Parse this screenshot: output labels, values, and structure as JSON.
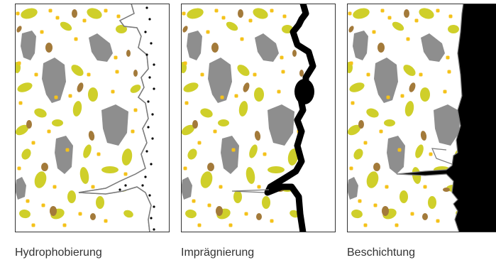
{
  "colors": {
    "gray": "#8e8e8e",
    "olive": "#cfcf2a",
    "brown": "#a37a3a",
    "yellow": "#f4c21a",
    "black": "#000000",
    "outline": "#333333",
    "crack": "#7a7a7a"
  },
  "panels": [
    {
      "label": "Hydrophobierung",
      "treatment": "dotted-boundary"
    },
    {
      "label": "Imprägnierung",
      "treatment": "thick-black-penetration"
    },
    {
      "label": "Beschichtung",
      "treatment": "solid-coating-layer"
    }
  ]
}
